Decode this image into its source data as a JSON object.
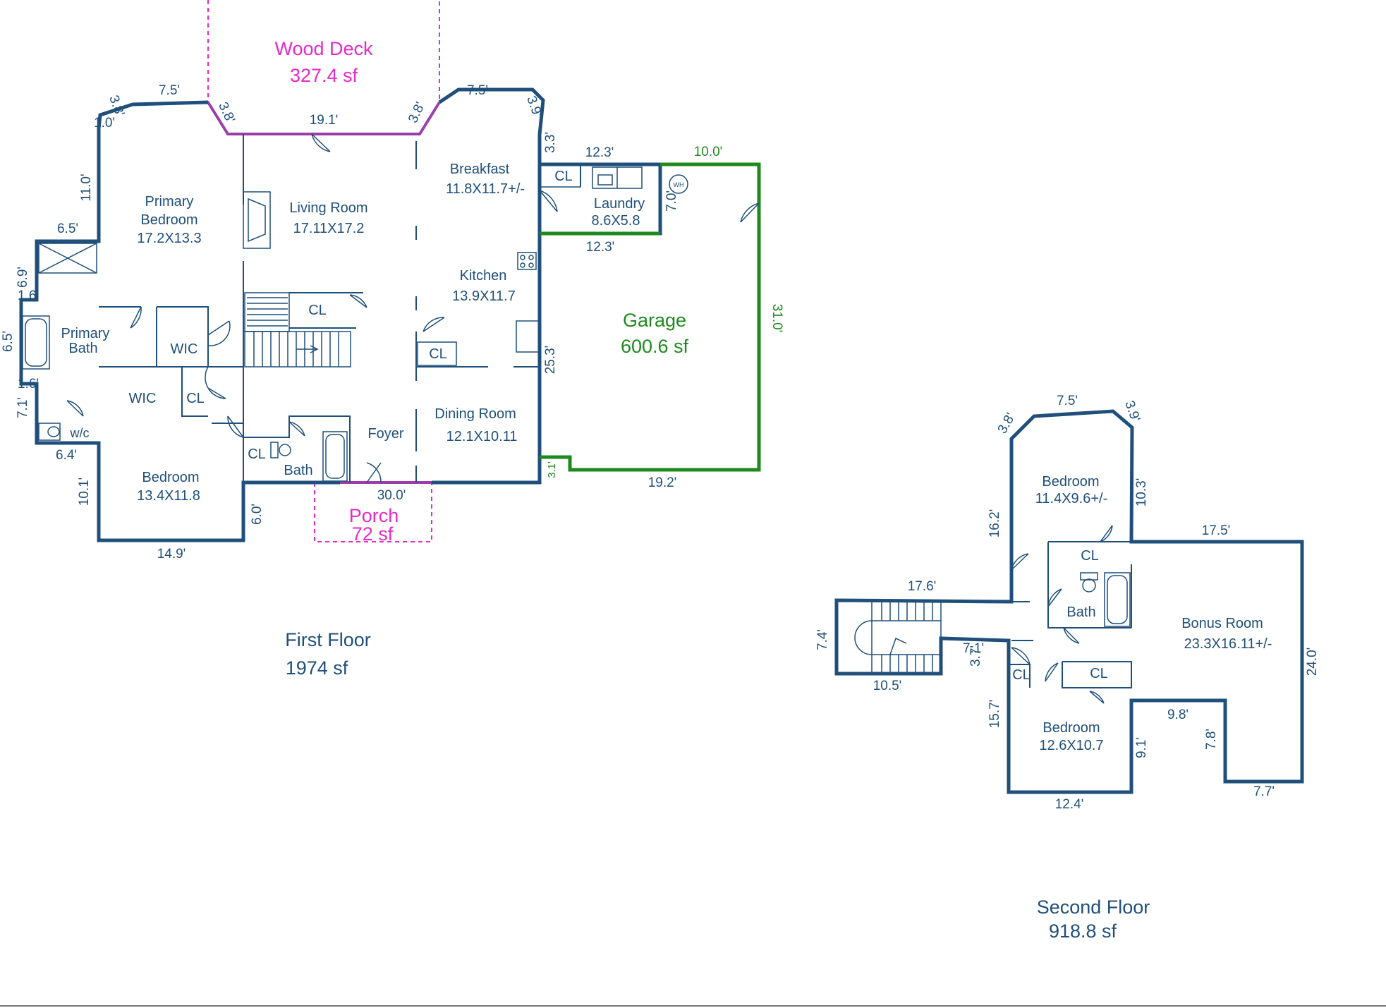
{
  "first_floor": {
    "title": "First Floor",
    "area": "1974 sf",
    "rooms": {
      "primary_bedroom": [
        "Primary",
        "Bedroom",
        "17.2X13.3"
      ],
      "living_room": [
        "Living Room",
        "17.11X17.2"
      ],
      "breakfast": [
        "Breakfast",
        "11.8X11.7+/-"
      ],
      "laundry": [
        "Laundry",
        "8.6X5.8"
      ],
      "kitchen": [
        "Kitchen",
        "13.9X11.7"
      ],
      "primary_bath": [
        "Primary",
        "Bath"
      ],
      "dining_room": [
        "Dining Room",
        "12.1X10.11"
      ],
      "foyer": "Foyer",
      "bedroom": [
        "Bedroom",
        "13.4X11.8"
      ],
      "bath": "Bath",
      "wc": "w/c"
    },
    "closets": {
      "cl_stairs": "CL",
      "cl_kitchen": "CL",
      "cl_breakfast": "CL",
      "cl_wic2": "CL",
      "cl_hall": "CL",
      "wic_1": "WIC",
      "wic_2": "WIC"
    },
    "wood_deck": {
      "label": "Wood Deck",
      "area": "327.4 sf"
    },
    "porch": {
      "label": "Porch",
      "area": "72 sf"
    },
    "garage": {
      "label": "Garage",
      "area": "600.6 sf"
    },
    "water_heater": "WH",
    "dimensions": {
      "d_top_left_75": "7.5'",
      "d_38_tl": "3.8'",
      "d_10_tl": "1.0'",
      "d_38_deck_l": "3.8'",
      "d_191": "19.1'",
      "d_38_deck_r": "3.8'",
      "d_top_right_75": "7.5'",
      "d_39_tr": "3.9'",
      "d_33": "3.3'",
      "d_123_top": "12.3'",
      "d_100_g": "10.0'",
      "d_110": "11.0'",
      "d_70": "7.0'",
      "d_65_top": "6.5'",
      "d_123_bot": "12.3'",
      "d_69": "6.9'",
      "d_16_a": "1.6'",
      "d_65_left": "6.5'",
      "d_16_b": "1.6'",
      "d_71": "7.1'",
      "d_64": "6.4'",
      "d_253": "25.3'",
      "d_310": "31.0'",
      "d_101": "10.1'",
      "d_60": "6.0'",
      "d_300": "30.0'",
      "d_149": "14.9'",
      "d_192": "19.2'",
      "d_31": "3.1'"
    }
  },
  "second_floor": {
    "title": "Second Floor",
    "area": "918.8 sf",
    "rooms": {
      "bedroom_upper": [
        "Bedroom",
        "11.4X9.6+/-"
      ],
      "bath": "Bath",
      "bonus_room": [
        "Bonus Room",
        "23.3X16.11+/-"
      ],
      "bedroom_lower": [
        "Bedroom",
        "12.6X10.7"
      ]
    },
    "closets": {
      "cl_bath": "CL",
      "cl_small": "CL",
      "cl_lower": "CL"
    },
    "dimensions": {
      "d_38": "3.8'",
      "d_75": "7.5'",
      "d_39": "3.9'",
      "d_103": "10.3'",
      "d_162": "16.2'",
      "d_175": "17.5'",
      "d_176": "17.6'",
      "d_74": "7.4'",
      "d_37": "3.7'",
      "d_71": "7.1'",
      "d_105": "10.5'",
      "d_240": "24.0'",
      "d_157": "15.7'",
      "d_98": "9.8'",
      "d_91": "9.1'",
      "d_78": "7.8'",
      "d_124": "12.4'",
      "d_77": "7.7'"
    }
  },
  "colors": {
    "wall": "#1f4f7a",
    "garage": "#1e8a1e",
    "deck": "#e62ac8"
  }
}
